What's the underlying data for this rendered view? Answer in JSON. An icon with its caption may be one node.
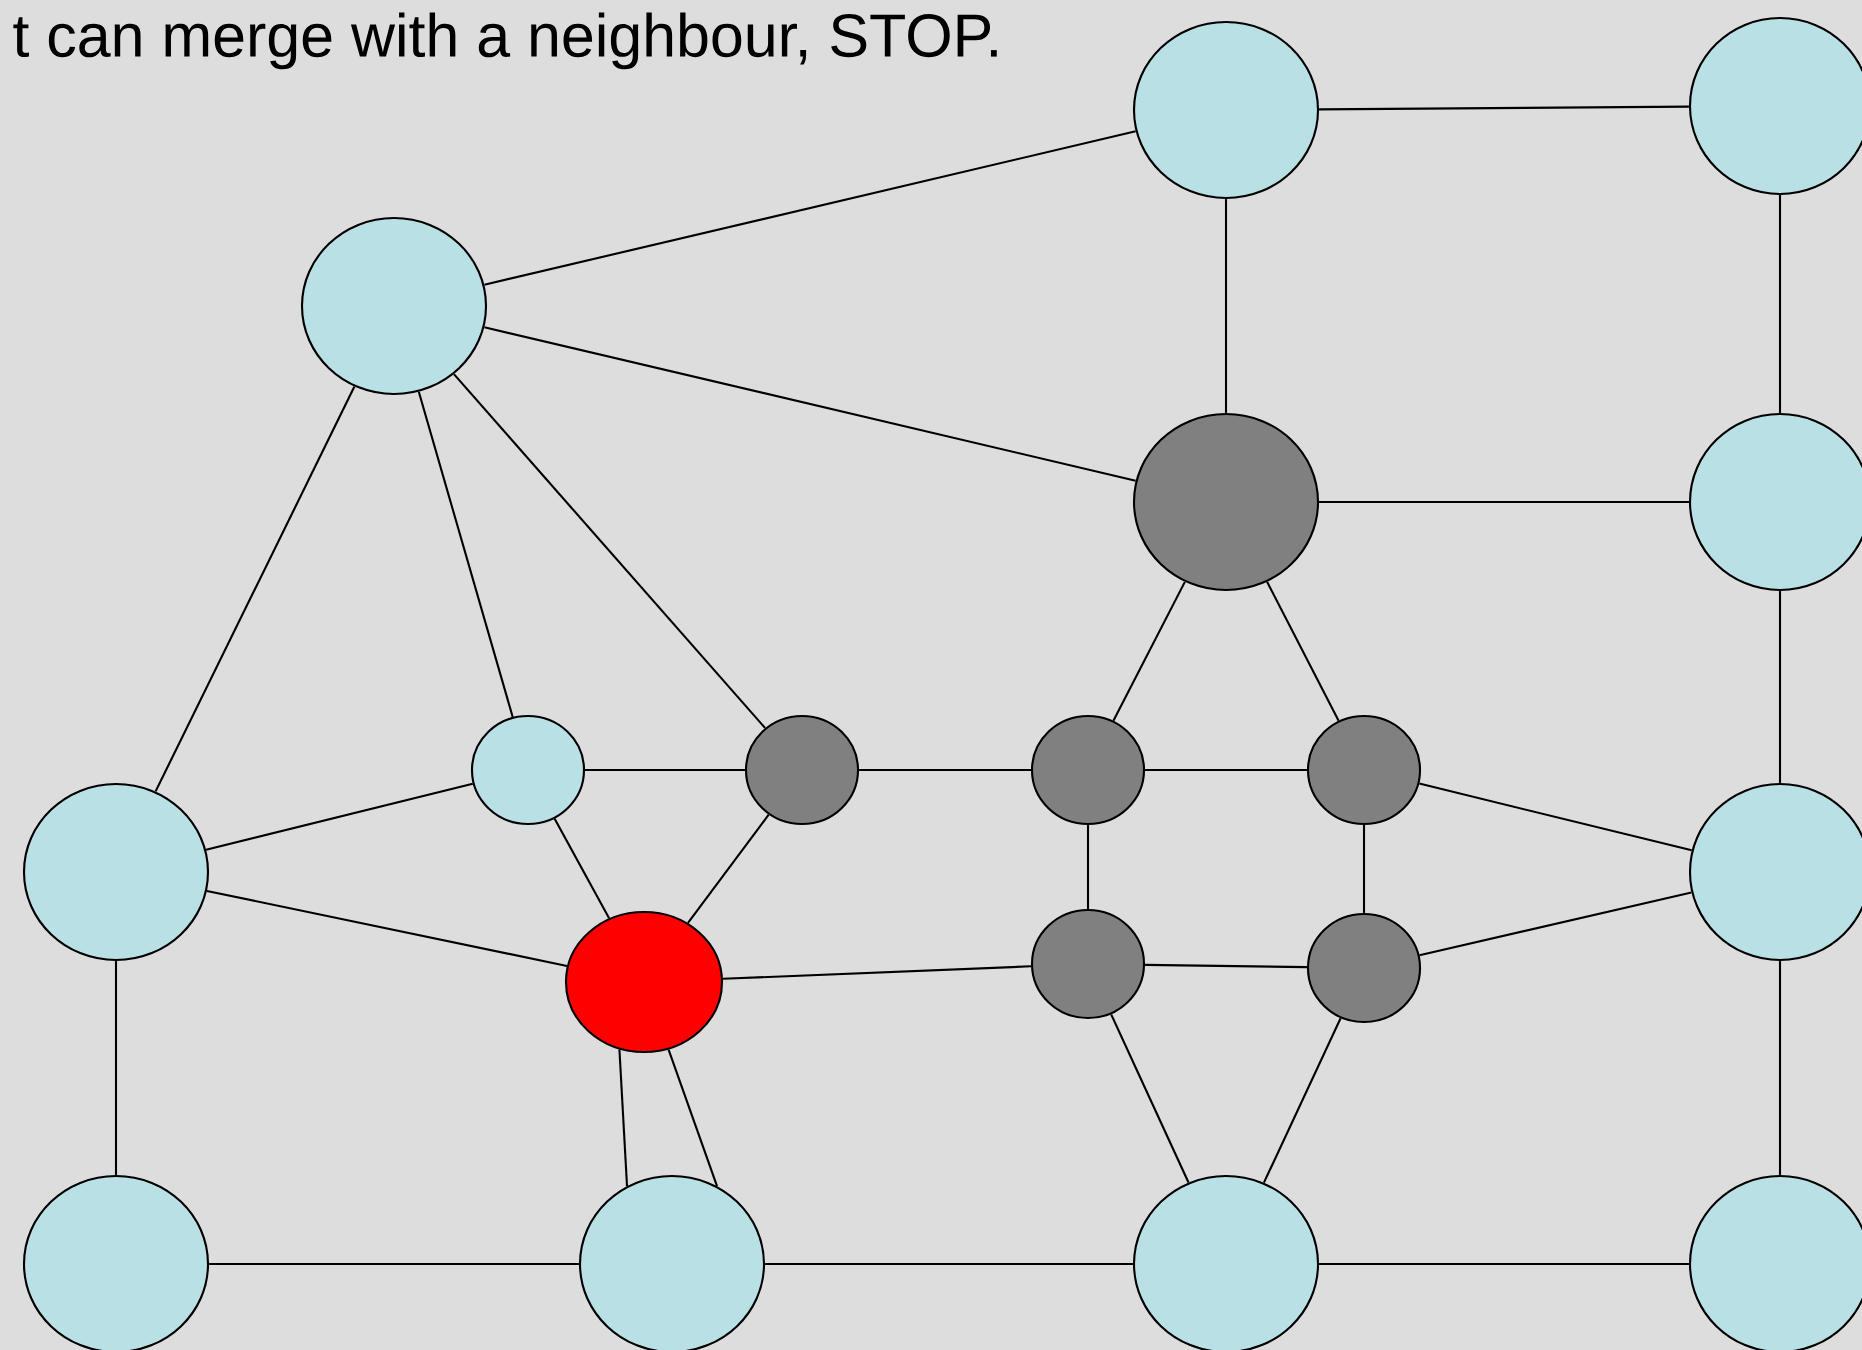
{
  "diagram": {
    "nodes": [
      {
        "text": [],
        "shape": "circle"
      },
      {
        "text": [],
        "shape": "circle"
      },
      {
        "text": [],
        "shape": "circle"
      },
      {
        "text": [],
        "shape": "circle"
      },
      {
        "text": [],
        "shape": "circle"
      },
      {
        "text": [],
        "shape": "circle"
      },
      {
        "text": [],
        "shape": "circle"
      },
      {
        "text": [],
        "shape": "circle"
      },
      {
        "text": [],
        "shape": "circle"
      },
      {
        "text": [],
        "shape": "circle"
      },
      {
        "text": [],
        "shape": "circle"
      },
      {
        "text": [],
        "shape": "circle"
      },
      {
        "text": [],
        "shape": "circle"
      },
      {
        "text": [],
        "shape": "circle"
      },
      {
        "text": [],
        "shape": "circle"
      },
      {
        "text": [],
        "shape": "circle"
      },
      {
        "text": [],
        "shape": "circle"
      },
      {
        "text": [],
        "shape": "circle"
      }
    ],
    "edges": [
      {
        "from": 0,
        "to": 1,
        "arrow": "none"
      },
      {
        "from": 0,
        "to": 3,
        "arrow": "none"
      },
      {
        "from": 0,
        "to": 9,
        "arrow": "none"
      },
      {
        "from": 0,
        "to": 5,
        "arrow": "none"
      },
      {
        "from": 0,
        "to": 6,
        "arrow": "none"
      },
      {
        "from": 1,
        "to": 3,
        "arrow": "none"
      },
      {
        "from": 1,
        "to": 2,
        "arrow": "none"
      },
      {
        "from": 2,
        "to": 4,
        "arrow": "none"
      },
      {
        "from": 3,
        "to": 4,
        "arrow": "none"
      },
      {
        "from": 3,
        "to": 7,
        "arrow": "none"
      },
      {
        "from": 3,
        "to": 8,
        "arrow": "none"
      },
      {
        "from": 4,
        "to": 10,
        "arrow": "none"
      },
      {
        "from": 5,
        "to": 6,
        "arrow": "none"
      },
      {
        "from": 9,
        "to": 5,
        "arrow": "none"
      },
      {
        "from": 5,
        "to": 11,
        "arrow": "none"
      },
      {
        "from": 6,
        "to": 11,
        "arrow": "none"
      },
      {
        "from": 6,
        "to": 7,
        "arrow": "none"
      },
      {
        "from": 7,
        "to": 8,
        "arrow": "none"
      },
      {
        "from": 7,
        "to": 12,
        "arrow": "none"
      },
      {
        "from": 8,
        "to": 13,
        "arrow": "none"
      },
      {
        "from": 8,
        "to": 10,
        "arrow": "none"
      },
      {
        "from": 9,
        "to": 11,
        "arrow": "none"
      },
      {
        "from": 9,
        "to": 14,
        "arrow": "none"
      },
      {
        "from": 11,
        "to": 12,
        "arrow": "none"
      },
      {
        "from": 12,
        "to": 13,
        "arrow": "none"
      },
      {
        "from": 13,
        "to": 10,
        "arrow": "none"
      },
      {
        "from": 11,
        "to": 15,
        "arrow": "none"
      },
      {
        "from": 11,
        "to": 15,
        "arrow": "none"
      },
      {
        "from": 12,
        "to": 16,
        "arrow": "none"
      },
      {
        "from": 13,
        "to": 16,
        "arrow": "none"
      },
      {
        "from": 14,
        "to": 15,
        "arrow": "none"
      },
      {
        "from": 15,
        "to": 16,
        "arrow": "none"
      },
      {
        "from": 16,
        "to": 17,
        "arrow": "none"
      },
      {
        "from": 17,
        "to": 10,
        "arrow": "none"
      }
    ],
    "labels": [
      "t can merge with a neighbour, STOP."
    ]
  }
}
